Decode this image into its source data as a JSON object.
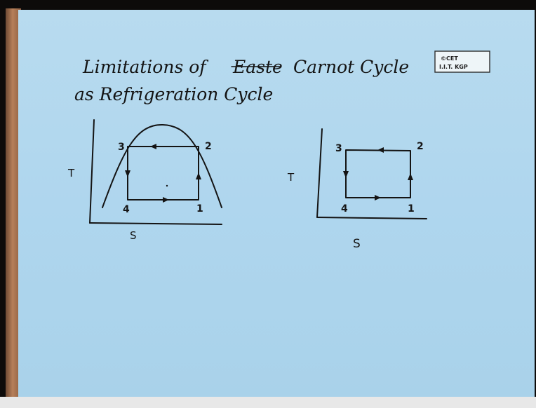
{
  "slide": {
    "title_line1_prefix": "Limitations of",
    "title_struck_word": "Easte",
    "title_line1_suffix": "Carnot Cycle",
    "title_line2": "as Refrigeration Cycle",
    "logo_line1": "©CET",
    "logo_line2": "I.I.T. KGP"
  },
  "diagram_left": {
    "y_axis_label": "T",
    "x_axis_label": "S",
    "points": [
      "3",
      "2",
      "4",
      "1"
    ],
    "has_saturation_dome": true
  },
  "diagram_right": {
    "y_axis_label": "T",
    "x_axis_label": "S",
    "points": [
      "3",
      "2",
      "4",
      "1"
    ],
    "has_saturation_dome": false
  },
  "colors": {
    "board": "#b0d6ee",
    "ink": "#141414",
    "edge": "#b77f59"
  }
}
